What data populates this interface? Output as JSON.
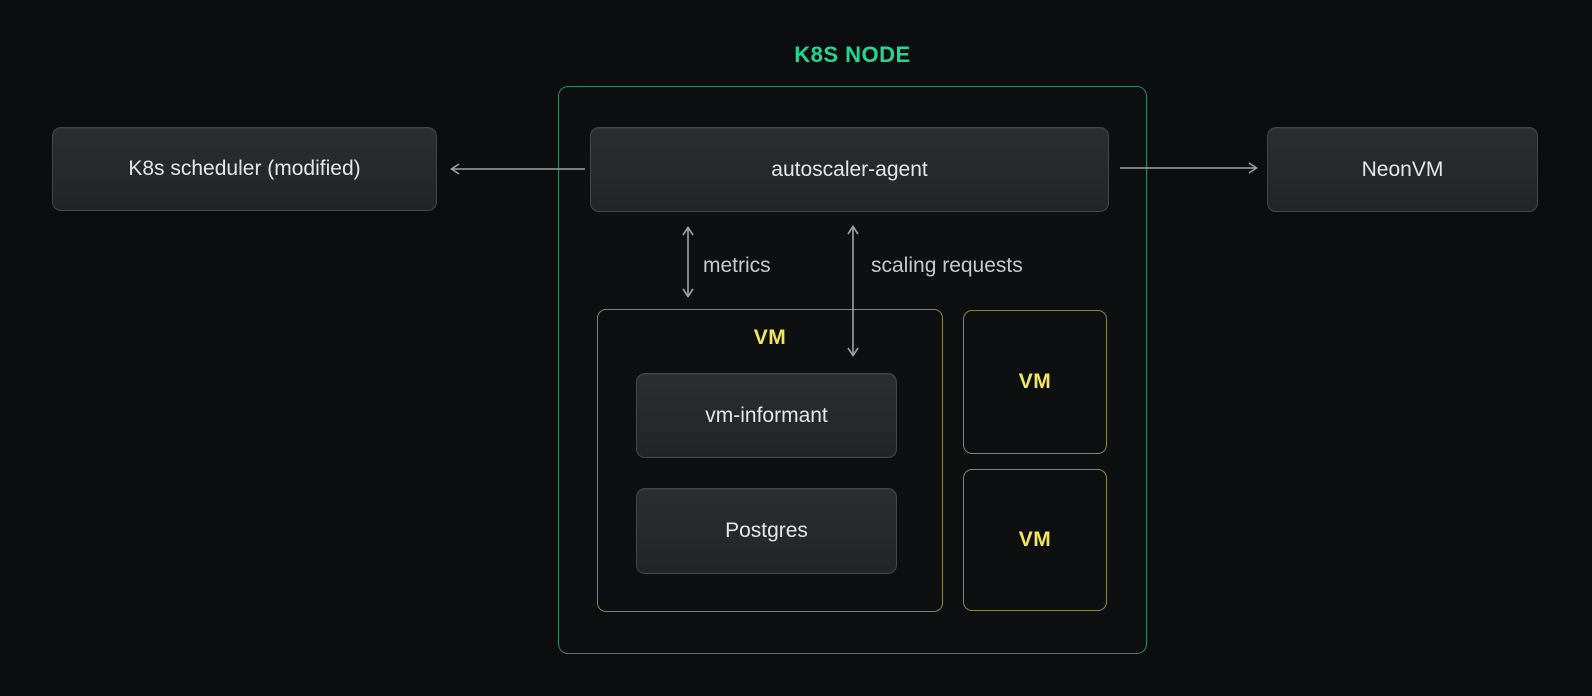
{
  "diagram": {
    "title": "K8S NODE",
    "nodes": {
      "scheduler": "K8s scheduler (modified)",
      "agent": "autoscaler-agent",
      "neonvm": "NeonVM",
      "vm_informant": "vm-informant",
      "postgres": "Postgres"
    },
    "groups": {
      "vm_main_label": "VM",
      "vm_small_1_label": "VM",
      "vm_small_2_label": "VM"
    },
    "edge_labels": {
      "metrics": "metrics",
      "scaling_requests": "scaling requests"
    },
    "colors": {
      "bg": "#0c0d0e",
      "green_border": "#2c8a66",
      "green_title": "#20d795",
      "yellow_border": "#8a8447",
      "yellow_text": "#f1e65e",
      "arrow": "#9fa1a3",
      "box_top": "#2b2d31",
      "box_bottom": "#222428",
      "box_border": "#43464b",
      "text": "#e6e6e8",
      "edge_text": "#c9cacb"
    }
  }
}
